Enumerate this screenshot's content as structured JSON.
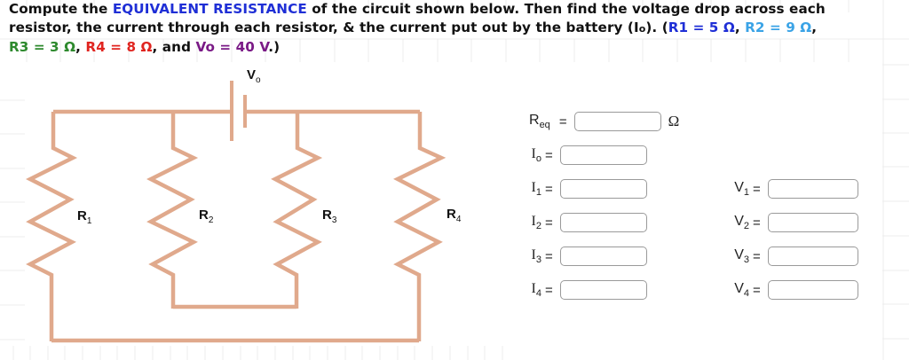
{
  "question": {
    "line1": {
      "pre": "Compute the ",
      "highlight": "EQUIVALENT RESISTANCE",
      "post": " of the circuit shown below. Then find the voltage drop across each"
    },
    "line2": {
      "pre": "resistor, the current through each resistor, & the current put out by the battery (I",
      "io_sub": "o",
      "mid": "). (",
      "r1": "R1 = 5 Ω",
      "sep1": ", ",
      "r2": "R2 = 9 Ω",
      "sep2": ","
    },
    "line3": {
      "r3": "R3 = 3 Ω",
      "sep1": ", ",
      "r4": "R4 = 8 Ω",
      "sep2": ", and ",
      "vo": "Vo = 40 V",
      "post": ".)"
    },
    "colors": {
      "equivalent_resistance": "#1f2fd6",
      "r1": "#1f2fd6",
      "r2": "#3aa3e6",
      "r3": "#2e8a2e",
      "r4": "#e0241f",
      "vo": "#7a1a86"
    }
  },
  "circuit": {
    "wire_color": "#e0a98c",
    "battery_label": {
      "main": "V",
      "sub": "o"
    },
    "resistors": [
      {
        "main": "R",
        "sub": "1"
      },
      {
        "main": "R",
        "sub": "2"
      },
      {
        "main": "R",
        "sub": "3"
      },
      {
        "main": "R",
        "sub": "4"
      }
    ]
  },
  "answers": {
    "req": {
      "label_main": "R",
      "label_sub": "eq",
      "equals": "=",
      "value": "",
      "unit": "Ω"
    },
    "io": {
      "label_main": "I",
      "label_sub": "o",
      "equals": "=",
      "value": ""
    },
    "currents": [
      {
        "label_main": "I",
        "label_sub": "1",
        "equals": "=",
        "value": ""
      },
      {
        "label_main": "I",
        "label_sub": "2",
        "equals": "=",
        "value": ""
      },
      {
        "label_main": "I",
        "label_sub": "3",
        "equals": "=",
        "value": ""
      },
      {
        "label_main": "I",
        "label_sub": "4",
        "equals": "=",
        "value": ""
      }
    ],
    "voltages": [
      {
        "label_main": "V",
        "label_sub": "1",
        "equals": "=",
        "value": ""
      },
      {
        "label_main": "V",
        "label_sub": "2",
        "equals": "=",
        "value": ""
      },
      {
        "label_main": "V",
        "label_sub": "3",
        "equals": "=",
        "value": ""
      },
      {
        "label_main": "V",
        "label_sub": "4",
        "equals": "=",
        "value": ""
      }
    ]
  }
}
